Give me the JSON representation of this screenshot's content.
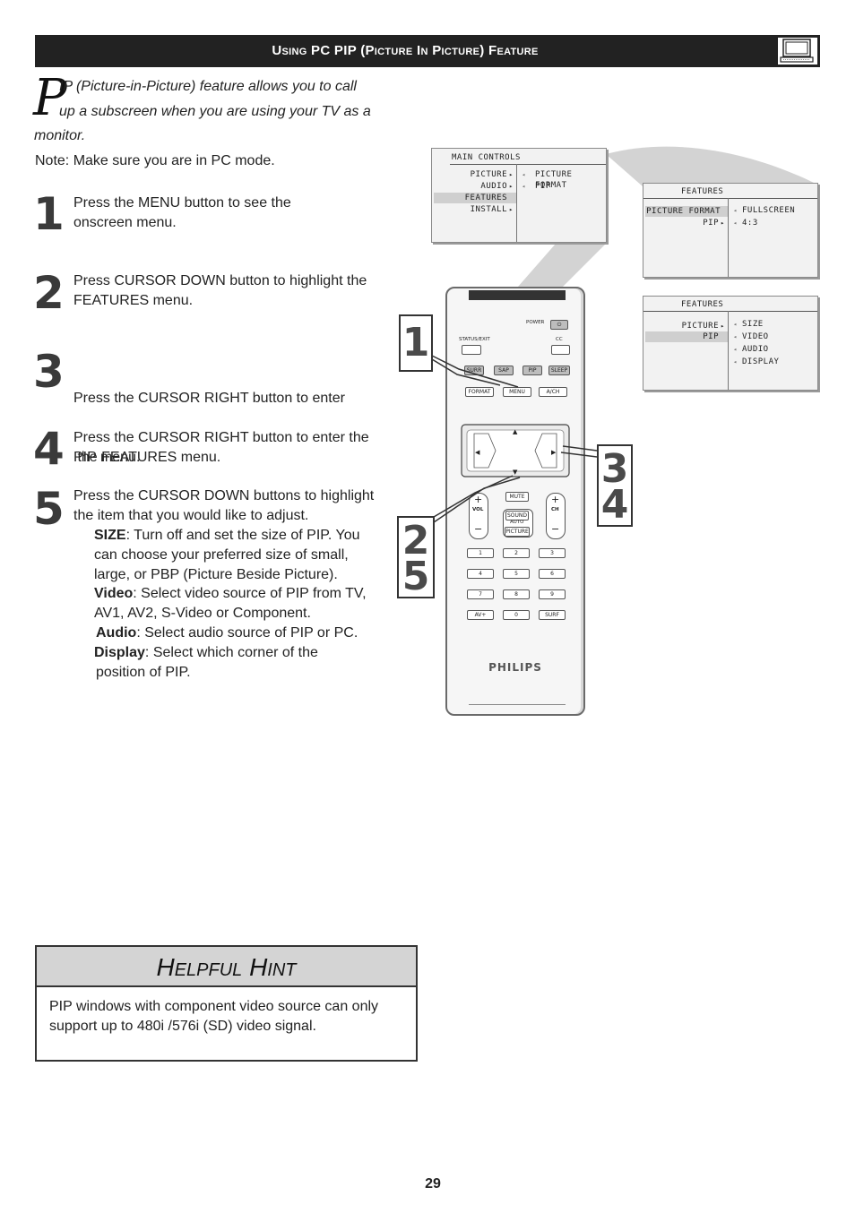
{
  "header": {
    "title": "Using PC PIP (Picture In Picture) Feature",
    "icon": "monitor-icon"
  },
  "intro": {
    "dropcap": "P",
    "line1": "IP (Picture-in-Picture) feature allows you to call",
    "line2": "up a subscreen when you are using your TV as a",
    "line3": "monitor."
  },
  "note": "Note: Make sure you are in PC mode.",
  "steps": [
    {
      "num": "1",
      "lines": [
        "Press the MENU button to see the",
        "onscreen menu."
      ]
    },
    {
      "num": "2",
      "lines": [
        "Press CURSOR DOWN button to highlight the",
        "FEATURES menu."
      ]
    },
    {
      "num": "3",
      "lines": [
        "Press the CURSOR RIGHT button to enter",
        " the FEATURES menu."
      ]
    },
    {
      "num": "4",
      "lines": [
        "Press the CURSOR RIGHT button to enter the",
        "PIP menu."
      ]
    },
    {
      "num": "5",
      "lines": [
        "Press the CURSOR DOWN buttons to highlight",
        "the item that you would like to adjust."
      ]
    }
  ],
  "sub_items": [
    {
      "term": "SIZE",
      "lines": [
        ": Turn off and set the size of PIP.  You",
        "can choose your preferred size of small,",
        "large, or PBP (Picture Beside Picture)."
      ]
    },
    {
      "term": "Video",
      "lines": [
        ": Select video source of PIP from TV,",
        "AV1, AV2, S-Video or Component."
      ]
    },
    {
      "term": "Audio",
      "lines": [
        ": Select audio source of PIP or PC."
      ]
    },
    {
      "term": "Display",
      "lines": [
        ": Select which corner of the",
        "position of PIP."
      ]
    }
  ],
  "menus": {
    "main": {
      "title": "MAIN CONTROLS",
      "items": [
        "PICTURE",
        "AUDIO",
        "FEATURES",
        "INSTALL"
      ],
      "highlighted": "FEATURES",
      "options": [
        "PICTURE FORMAT",
        "PIP"
      ]
    },
    "features1": {
      "title": "FEATURES",
      "items": [
        "PICTURE FORMAT",
        "PIP"
      ],
      "highlighted": "PICTURE FORMAT",
      "options": [
        "FULLSCREEN",
        "4:3"
      ]
    },
    "features2": {
      "title": "FEATURES",
      "items": [
        "PICTURE FORMAT",
        "PIP"
      ],
      "highlighted": "PIP",
      "options": [
        "SIZE",
        "VIDEO",
        "AUDIO",
        "DISPLAY"
      ]
    }
  },
  "remote": {
    "power": "POWER",
    "status_exit": "STATUS/EXIT",
    "cc": "CC",
    "row1": [
      "SURR",
      "SAP",
      "PIP",
      "SLEEP"
    ],
    "row2": [
      "FORMAT",
      "MENU",
      "A/CH"
    ],
    "mute": "MUTE",
    "sound": "SOUND",
    "auto": "AUTO",
    "picture": "PICTURE",
    "vol": "VOL",
    "ch": "CH",
    "digits": [
      "1",
      "2",
      "3",
      "4",
      "5",
      "6",
      "7",
      "8",
      "9"
    ],
    "bottom_row": [
      "AV+",
      "0",
      "SURF"
    ],
    "brand": "PHILIPS"
  },
  "callouts": {
    "a": [
      "1"
    ],
    "b": [
      "3",
      "4"
    ],
    "c": [
      "2",
      "5"
    ]
  },
  "hint": {
    "title": "Helpful Hint",
    "line1": "PIP windows with component video source can only",
    "line2": "support up to 480i /576i (SD) video signal."
  },
  "page_number": "29"
}
